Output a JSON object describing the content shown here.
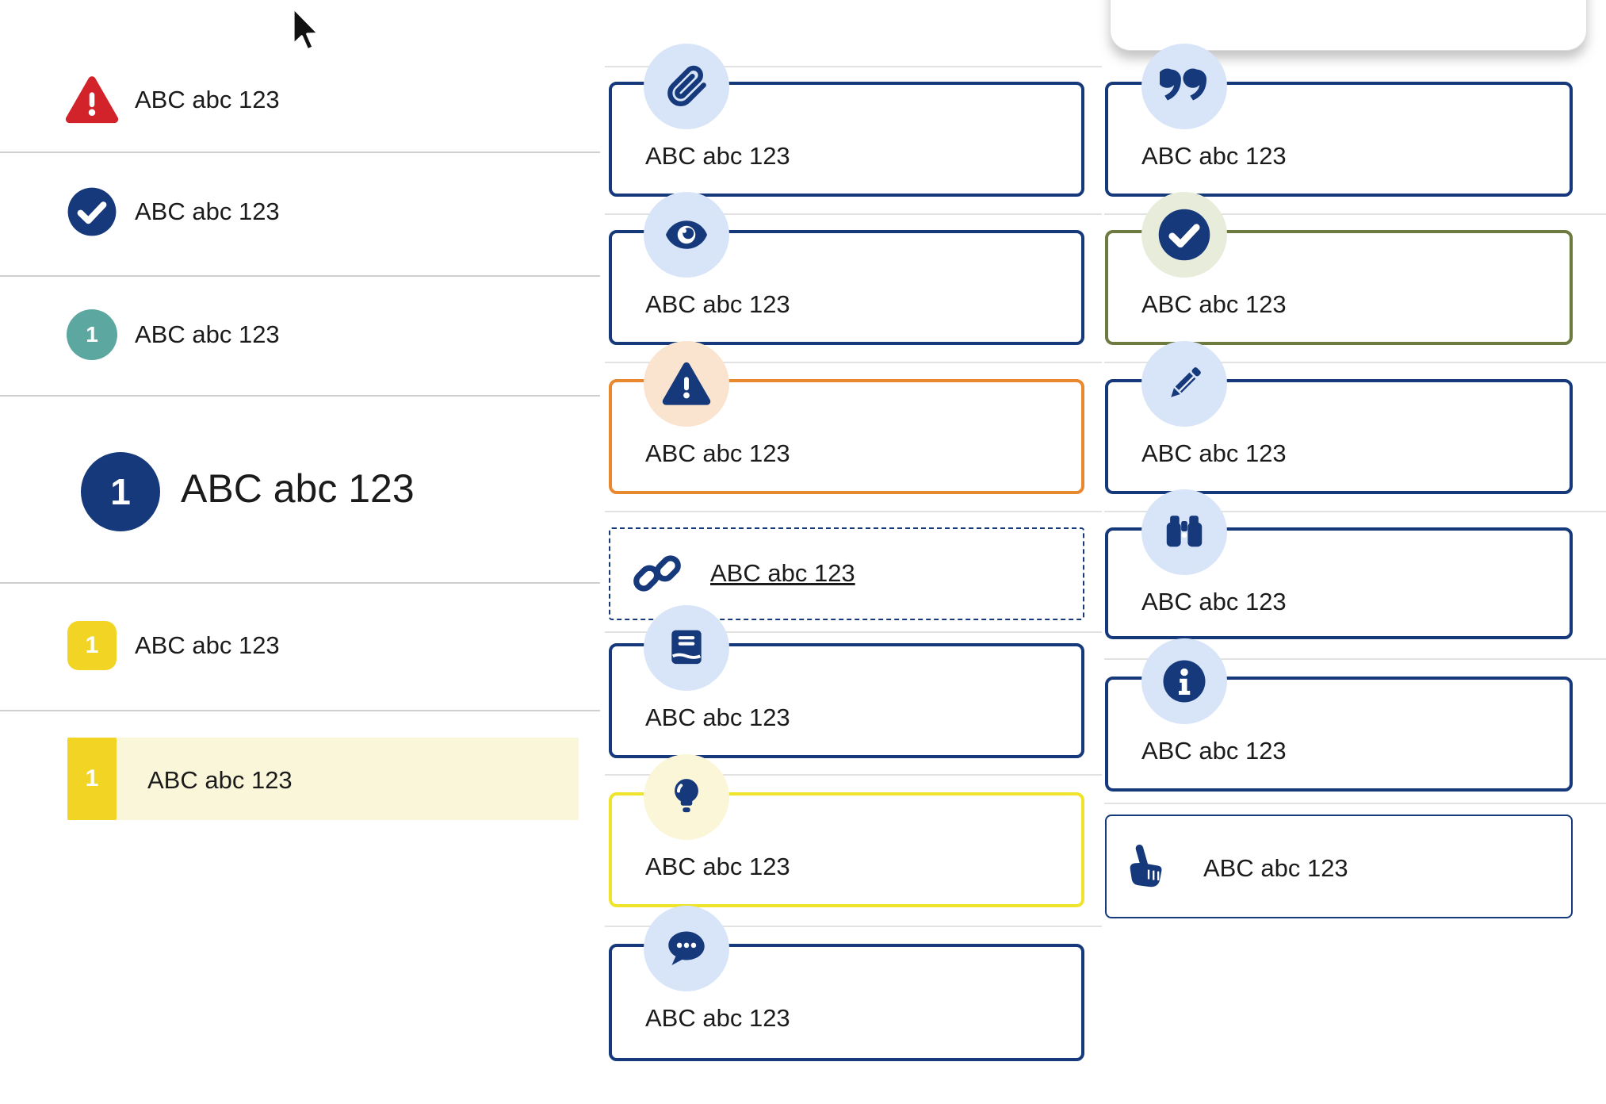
{
  "colors": {
    "navy": "#15397b",
    "red": "#d2232a",
    "teal": "#5ca7a0",
    "yellow": "#f2d524",
    "paleYellow": "#faf6d9",
    "lightBlue": "#d8e5f8",
    "peach": "#fbe4cf",
    "cream": "#fbf6d7",
    "sage": "#e8ecdb",
    "orange": "#e8892f",
    "brightYellow": "#efe32b",
    "olive": "#6d7b41",
    "text": "#1b1b1b",
    "divider": "#cfcfcf",
    "dividerLight": "#e2e2e2"
  },
  "left": {
    "rows": [
      {
        "icon": "alert-triangle-icon",
        "label": "ABC abc 123"
      },
      {
        "icon": "check-circle-icon",
        "label": "ABC abc 123"
      },
      {
        "icon": "number-badge-teal",
        "badge": "1",
        "label": "ABC abc 123"
      },
      {
        "icon": "number-badge-navy-large",
        "badge": "1",
        "label": "ABC abc 123"
      },
      {
        "icon": "number-badge-yellow",
        "badge": "1",
        "label": "ABC abc 123"
      },
      {
        "icon": "number-badge-yellow-highlight",
        "badge": "1",
        "label": "ABC abc 123"
      }
    ]
  },
  "middle": {
    "callouts": [
      {
        "icon": "paperclip-icon",
        "variant": "navy",
        "label": "ABC abc 123"
      },
      {
        "icon": "eye-icon",
        "variant": "navy",
        "label": "ABC abc 123"
      },
      {
        "icon": "warning-icon",
        "variant": "orange",
        "label": "ABC abc 123"
      },
      {
        "icon": "link-icon",
        "variant": "dashed-link",
        "label": "ABC abc 123"
      },
      {
        "icon": "book-icon",
        "variant": "navy",
        "label": "ABC abc 123"
      },
      {
        "icon": "lightbulb-icon",
        "variant": "yellow",
        "label": "ABC abc 123"
      },
      {
        "icon": "chat-icon",
        "variant": "navy",
        "label": "ABC abc 123"
      }
    ]
  },
  "right": {
    "callouts": [
      {
        "icon": "quote-icon",
        "variant": "navy",
        "label": "ABC abc 123"
      },
      {
        "icon": "check-icon",
        "variant": "olive",
        "label": "ABC abc 123"
      },
      {
        "icon": "pencil-icon",
        "variant": "navy",
        "label": "ABC abc 123"
      },
      {
        "icon": "binoculars-icon",
        "variant": "navy",
        "label": "ABC abc 123"
      },
      {
        "icon": "info-icon",
        "variant": "navy",
        "label": "ABC abc 123"
      },
      {
        "icon": "hand-point-icon",
        "variant": "navy-thin",
        "label": "ABC abc 123"
      }
    ]
  }
}
